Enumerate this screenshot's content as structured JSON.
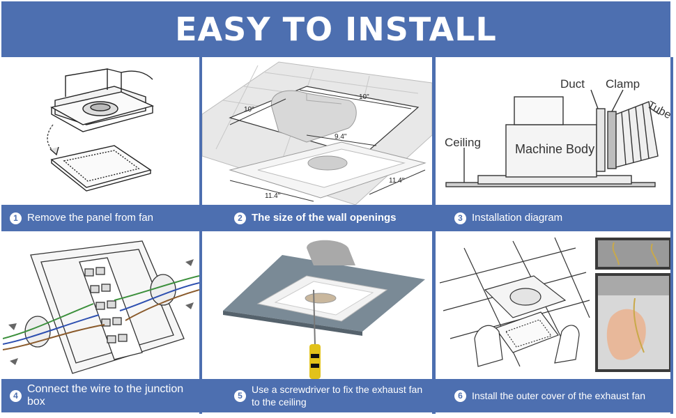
{
  "banner": {
    "title": "EASY TO INSTALL"
  },
  "steps": [
    {
      "number": "1",
      "caption": "Remove the panel from fan"
    },
    {
      "number": "2",
      "caption": "The size of the wall openings"
    },
    {
      "number": "3",
      "caption": "Installation diagram"
    },
    {
      "number": "4",
      "caption": "Connect the wire to the junction box"
    },
    {
      "number": "5",
      "caption": "Use a screwdriver to fix the exhaust fan to the ceiling"
    },
    {
      "number": "6",
      "caption": "Install the outer cover of the exhaust fan"
    }
  ],
  "dimensions": {
    "top": "10\"",
    "left": "10\"",
    "inner": "9.4\"",
    "bottom": "11.4\"",
    "right": "11.4\""
  },
  "diagram": {
    "duct": "Duct",
    "clamp": "Clamp",
    "tube": "Tube",
    "ceiling": "Ceiling",
    "body": "Machine Body"
  },
  "colors": {
    "banner": "#4d6fb0",
    "caption_text": "#ffffff"
  }
}
